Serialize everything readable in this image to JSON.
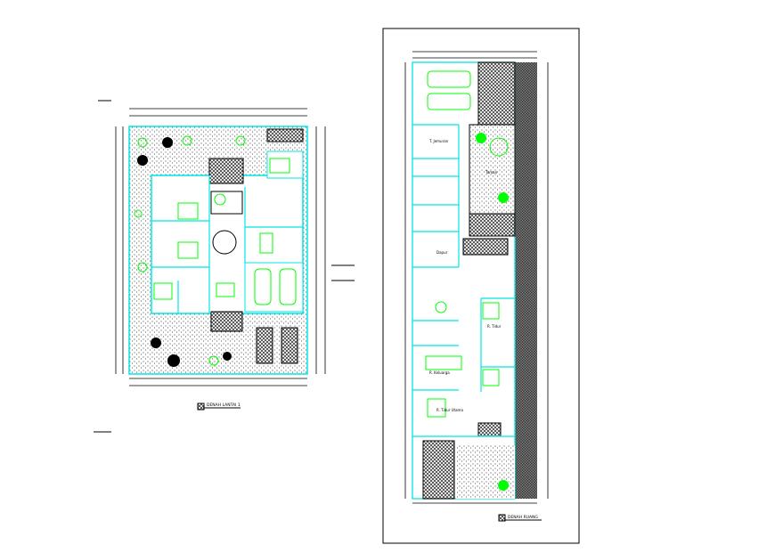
{
  "left_plan": {
    "title": "DENAH LANTAI 1"
  },
  "right_plan": {
    "title": "DENAH RUANG",
    "rooms": [
      "T. Jemuran",
      "Dapur",
      "R. Keluarga",
      "R. Tidur Utama",
      "R. Tidur",
      "Taman"
    ]
  },
  "colors": {
    "walls": "#00e5e5",
    "furniture": "#00ff00",
    "doors": "#c87a2a",
    "hatch": "#333333"
  }
}
